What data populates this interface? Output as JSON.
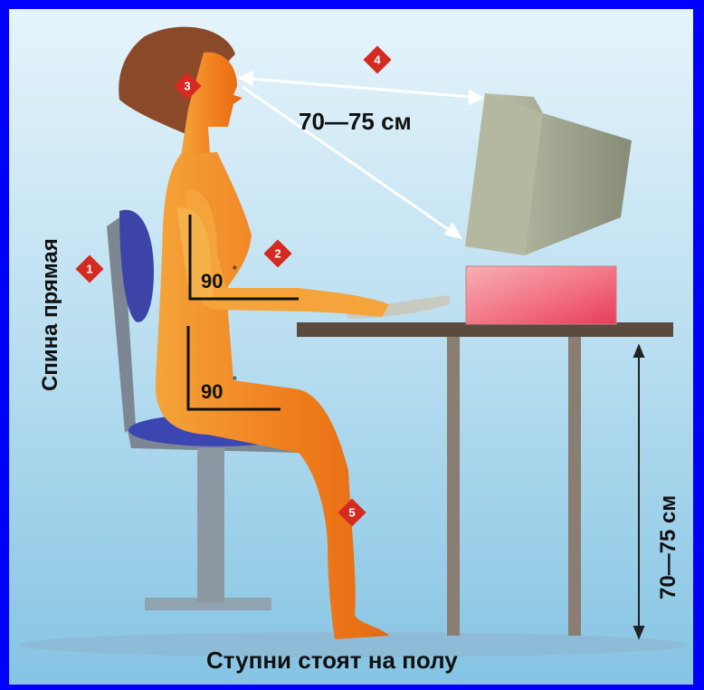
{
  "labels": {
    "back": "Спина прямая",
    "feet": "Ступни стоят на полу",
    "eye_distance": "70—75 см",
    "desk_height": "70—75 см",
    "elbow_angle": "90",
    "knee_angle": "90"
  },
  "markers": [
    "1",
    "2",
    "3",
    "4",
    "5"
  ],
  "colors": {
    "frame": "#0000ff",
    "background_top": "#cfe9f6",
    "background_bottom": "#7fbfe0",
    "body": "#f08a1e",
    "chair_seat": "#3c46b0",
    "monitor": "#9aa08c",
    "keyboard_box": "#f07a86",
    "marker": "#d52a22"
  }
}
